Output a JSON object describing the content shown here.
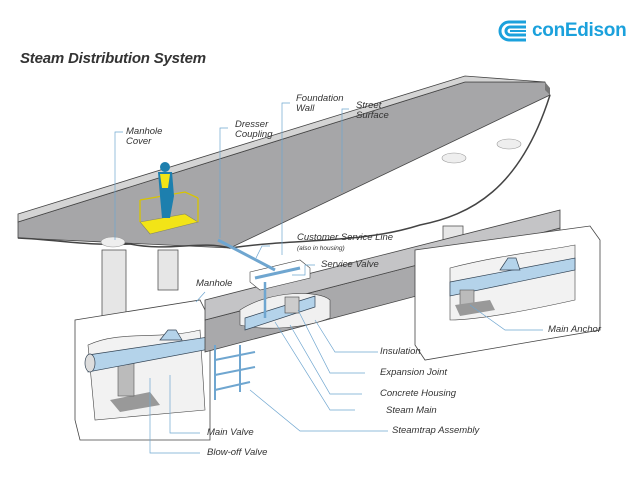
{
  "title": "Steam Distribution System",
  "brand": {
    "name": "conEdison",
    "color": "#1ba1dc",
    "icon": "con-edison-logo-icon"
  },
  "colors": {
    "street": "#a6a6a8",
    "street_edge": "#d0d0d0",
    "pipe": "#b4d3ea",
    "leader": "#6fa6d0",
    "concrete_housing": "#b0b0b2",
    "worker_platform": "#f2e417",
    "worker_suit": "#1d7fae"
  },
  "labels": {
    "manhole_cover": [
      "Manhole",
      "Cover"
    ],
    "dresser_coupling": [
      "Dresser",
      "Coupling"
    ],
    "foundation_wall": [
      "Foundation",
      "Wall"
    ],
    "street_surface": [
      "Street",
      "Surface"
    ],
    "customer_service_line": "Customer Service Line",
    "customer_service_line_note": "(also in housing)",
    "service_valve": "Service Valve",
    "manhole": "Manhole",
    "main_anchor": "Main Anchor",
    "insulation": "Insulation",
    "expansion_joint": "Expansion Joint",
    "concrete_housing": "Concrete Housing",
    "steam_main": "Steam Main",
    "steamtrap_assembly": "Steamtrap Assembly",
    "main_valve": "Main Valve",
    "blow_off_valve": "Blow-off Valve"
  }
}
